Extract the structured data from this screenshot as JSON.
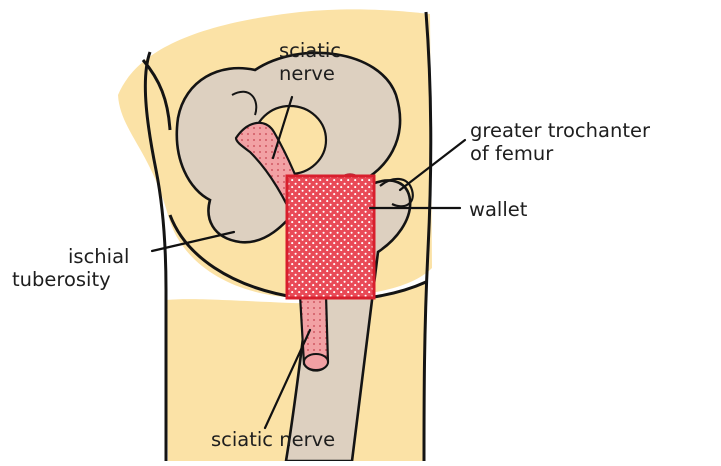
{
  "labels": {
    "sciatic_nerve_top": {
      "line1": "sciatic",
      "line2": "nerve"
    },
    "greater_trochanter": {
      "line1": "greater trochanter",
      "line2": "of femur"
    },
    "wallet": "wallet",
    "ischial_tuberosity": {
      "line1": "ischial",
      "line2": "tuberosity"
    },
    "sciatic_nerve_bottom": "sciatic nerve"
  },
  "colors": {
    "skin": "#fbe2a6",
    "bone": "#ddd0c0",
    "nerve": "#f2a1a4",
    "wallet": "#e01d2b",
    "outline": "#141414"
  }
}
